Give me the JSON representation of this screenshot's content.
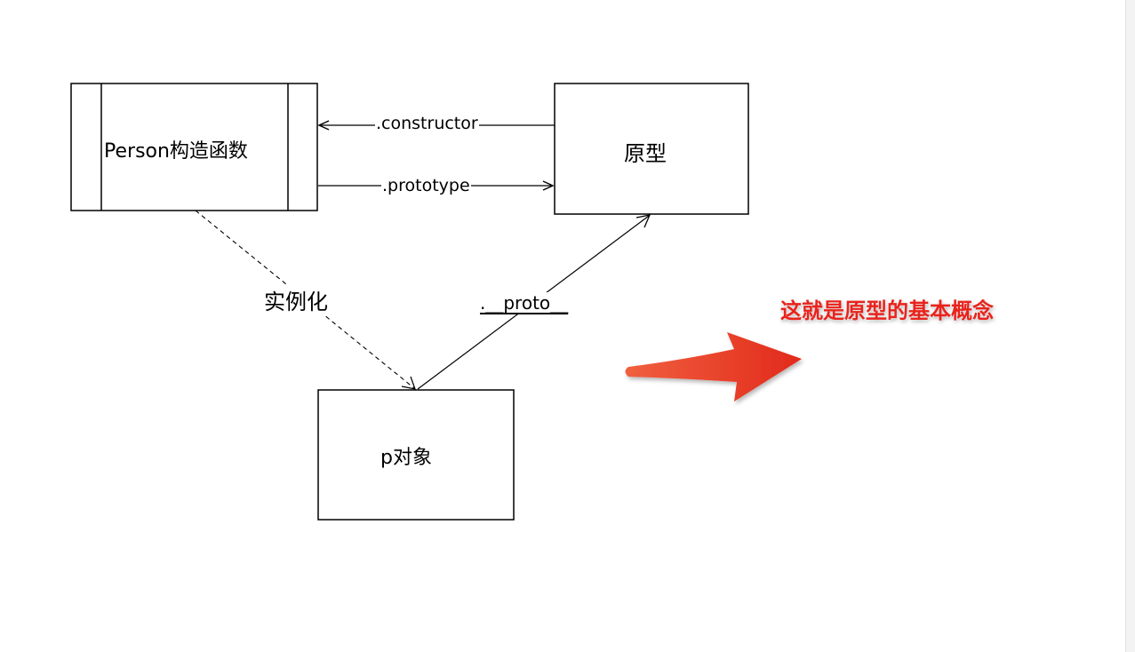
{
  "diagram": {
    "constructor_node": {
      "label": "Person构造函数"
    },
    "prototype_node": {
      "label": "原型"
    },
    "instance_node": {
      "label": "p对象"
    },
    "edges": {
      "constructor": ".constructor",
      "prototype": ".prototype",
      "instantiate": "实例化",
      "proto": ".__proto__"
    }
  },
  "callout": {
    "text": "这就是原型的基本概念"
  },
  "colors": {
    "stroke": "#000000",
    "accent": "#e8231c"
  }
}
